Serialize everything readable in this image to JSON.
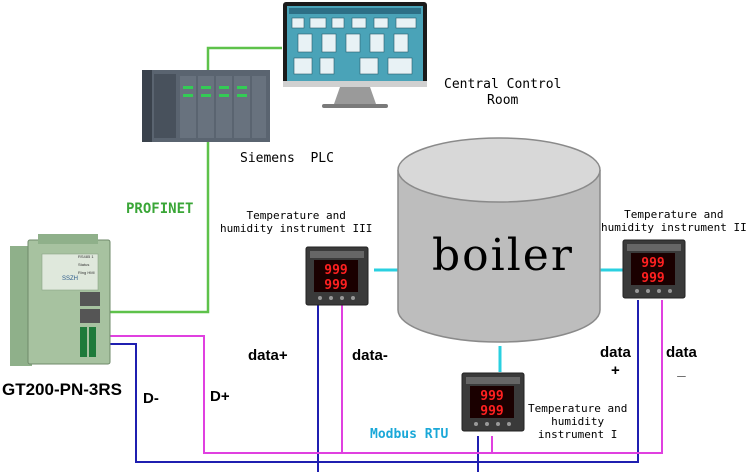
{
  "labels": {
    "central_control_room": "Central Control\nRoom",
    "siemens_plc": "Siemens  PLC",
    "profinet": "PROFINET",
    "boiler": "boiler",
    "instrument_3": "Temperature and\nhumidity instrument III",
    "instrument_2": "Temperature and\nhumidity instrument II",
    "instrument_1": "Temperature and\nhumidity\ninstrument I",
    "gateway": "GT200-PN-3RS",
    "data_plus_left": "data+",
    "data_minus_left": "data-",
    "data_plus_right": "data\n+",
    "data_minus_right": "data\n_",
    "d_minus": "D-",
    "d_plus": "D+",
    "modbus_rtu": "Modbus RTU"
  },
  "gateway_panel": {
    "brand": "SSZH",
    "indicators": [
      "RS485 1",
      "Status",
      "Ring HMI"
    ]
  },
  "instrument_display": {
    "top": "999",
    "bottom": "999"
  },
  "colors": {
    "profinet_green": "#5ec24a",
    "profinet_label": "#3aa637",
    "rs485_blue": "#1f1fb0",
    "rs485_magenta": "#e040e0",
    "modbus_cyan": "#2ad0e0",
    "modbus_label": "#1aa8d8",
    "boiler_fill": "#bdbdbd",
    "boiler_top": "#d8d8d8"
  }
}
